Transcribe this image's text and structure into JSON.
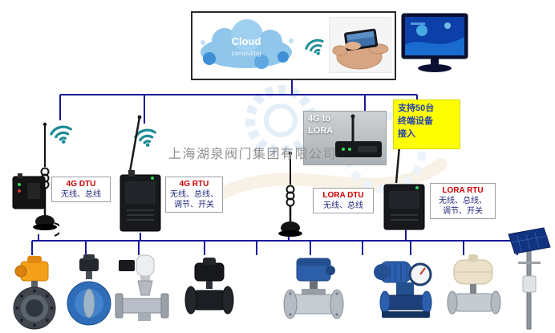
{
  "watermark": {
    "company": "上海湖泉阀门集团有限公司"
  },
  "cloud": {
    "title": "Cloud",
    "subtitle": "computing"
  },
  "gateway": {
    "line1": "4G to",
    "line2": "LORA"
  },
  "note_box": {
    "lines": [
      "支持50台",
      "终端设备",
      "接入"
    ],
    "bg": "#ffff00",
    "text_color": "#2440b3"
  },
  "device_labels": [
    {
      "title": "4G DTU",
      "lines": [
        "无线、总线"
      ]
    },
    {
      "title": "4G RTU",
      "lines": [
        "无线、总线、",
        "调节、开关"
      ]
    },
    {
      "title": "LORA DTU",
      "lines": [
        "无线、总线"
      ]
    },
    {
      "title": "LORA RTU",
      "lines": [
        "无线、总线、",
        "调节、开关"
      ]
    }
  ],
  "colors": {
    "connector": "#181899",
    "wifi": "#1d8c96",
    "label_title": "#cc0000",
    "label_text": "#222a7a",
    "note_bg": "#ffff00"
  },
  "icons": [
    "cloud-icon",
    "wifi-icon",
    "phone-in-hand-image",
    "monitor-image",
    "antenna-icon",
    "dtu-box",
    "rtu-box",
    "gateway-router-image"
  ],
  "equipment": [
    "electric-butterfly-valve-orange",
    "butterfly-valve-blue",
    "pneumatic-control-valve",
    "ball-valve-black",
    "electric-ball-valve-blue",
    "electric-actuator-with-gauge-blue",
    "electric-ball-valve-cream",
    "solar-power-pole"
  ]
}
